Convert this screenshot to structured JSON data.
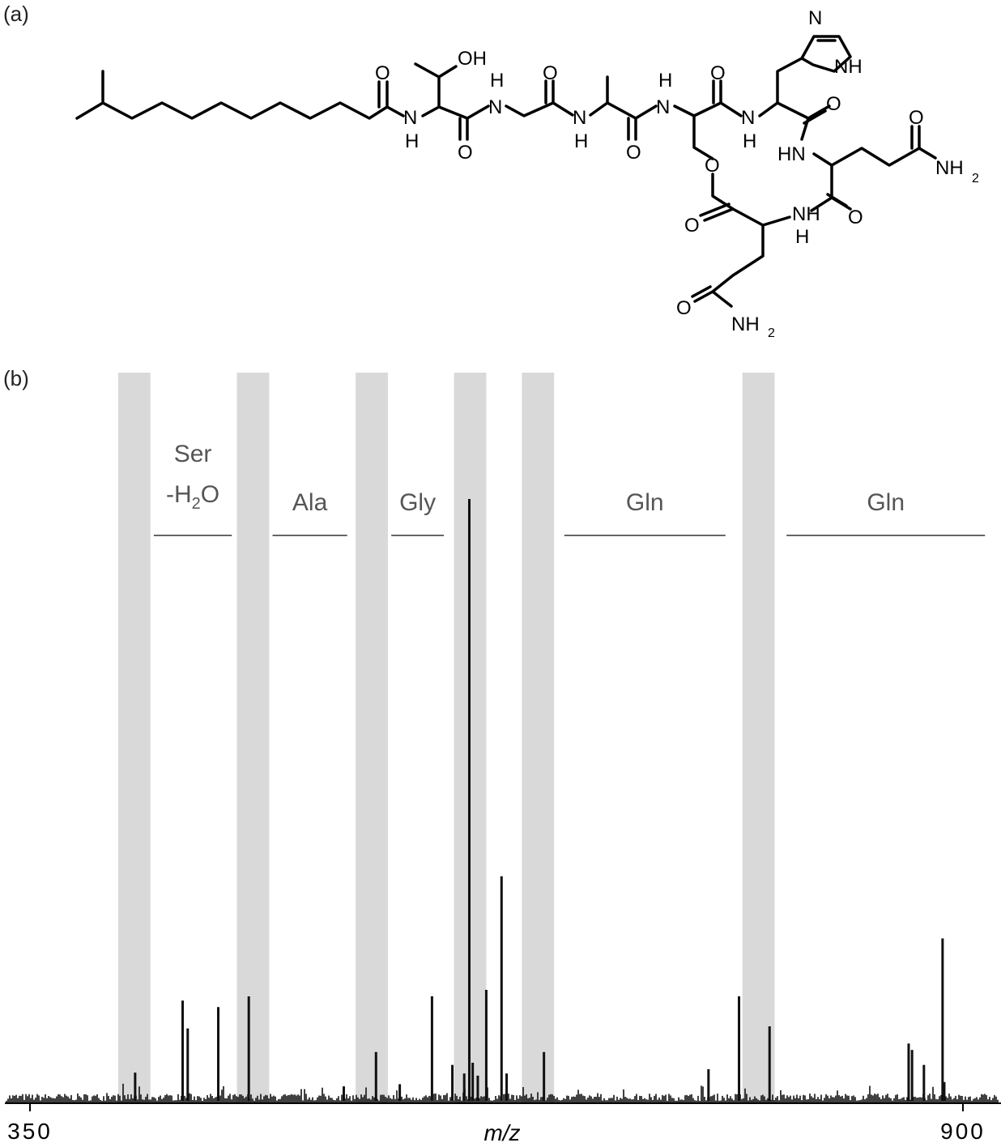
{
  "panel_a": {
    "label": "(a)",
    "atom_labels": {
      "oh": "OH",
      "nh_ring": "NH",
      "n_ring": "N",
      "nh": "NH",
      "hn": "HN",
      "n": "N",
      "h": "H",
      "o": "O",
      "nh2_base": "NH",
      "sub_2": "2"
    }
  },
  "panel_b": {
    "label": "(b)"
  },
  "chart_data": {
    "type": "bar",
    "title": "",
    "xlabel": "m/z",
    "ylabel": "",
    "xlim": [
      350,
      900
    ],
    "x_ticks": [
      350,
      900
    ],
    "shaded_regions": [
      [
        402,
        421
      ],
      [
        472,
        491
      ],
      [
        542,
        561
      ],
      [
        600,
        619
      ],
      [
        640,
        659
      ],
      [
        770,
        789
      ]
    ],
    "annotations": [
      {
        "text": "Ser",
        "text2": "-H",
        "sub": "2",
        "text3": "O",
        "from": 423,
        "to": 469
      },
      {
        "text": "Ala",
        "from": 493,
        "to": 537
      },
      {
        "text": "Gly",
        "from": 563,
        "to": 594
      },
      {
        "text": "Gln",
        "from": 665,
        "to": 760
      },
      {
        "text": "Gln",
        "from": 796,
        "to": 913
      }
    ],
    "peaks": [
      {
        "x": 412,
        "y": 62
      },
      {
        "x": 440,
        "y": 230
      },
      {
        "x": 443,
        "y": 165
      },
      {
        "x": 461,
        "y": 215
      },
      {
        "x": 479,
        "y": 240
      },
      {
        "x": 535,
        "y": 30
      },
      {
        "x": 554,
        "y": 110
      },
      {
        "x": 568,
        "y": 35
      },
      {
        "x": 587,
        "y": 240
      },
      {
        "x": 599,
        "y": 80
      },
      {
        "x": 606,
        "y": 60
      },
      {
        "x": 609,
        "y": 1400
      },
      {
        "x": 611,
        "y": 85
      },
      {
        "x": 614,
        "y": 55
      },
      {
        "x": 619,
        "y": 255
      },
      {
        "x": 628,
        "y": 520
      },
      {
        "x": 631,
        "y": 60
      },
      {
        "x": 653,
        "y": 110
      },
      {
        "x": 750,
        "y": 70
      },
      {
        "x": 768,
        "y": 240
      },
      {
        "x": 786,
        "y": 170
      },
      {
        "x": 868,
        "y": 130
      },
      {
        "x": 870,
        "y": 115
      },
      {
        "x": 877,
        "y": 80
      },
      {
        "x": 888,
        "y": 375
      },
      {
        "x": 889,
        "y": 40
      }
    ],
    "peak_color": "#111111",
    "band_color": "#d9d9d9",
    "annotation_color": "#555555"
  }
}
